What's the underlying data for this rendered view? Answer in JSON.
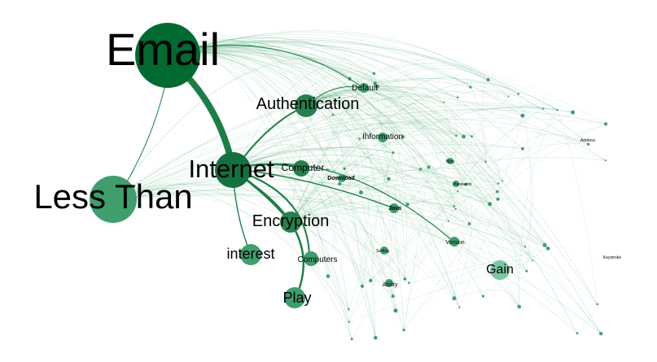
{
  "graph": {
    "nodes": [
      {
        "id": "email",
        "label": "Email"
      },
      {
        "id": "less_than",
        "label": "Less Than"
      },
      {
        "id": "internet",
        "label": "Internet"
      },
      {
        "id": "authentication",
        "label": "Authentication"
      },
      {
        "id": "encryption",
        "label": "Encryption"
      },
      {
        "id": "interest",
        "label": "interest"
      },
      {
        "id": "play",
        "label": "Play"
      },
      {
        "id": "gain",
        "label": "Gain"
      },
      {
        "id": "computer",
        "label": "Computer"
      },
      {
        "id": "computers",
        "label": "Computers"
      },
      {
        "id": "default",
        "label": "Default"
      },
      {
        "id": "information",
        "label": "Information"
      },
      {
        "id": "download",
        "label": "Download"
      },
      {
        "id": "java",
        "label": "Java"
      },
      {
        "id": "version",
        "label": "Version"
      },
      {
        "id": "ability",
        "label": "Ability"
      },
      {
        "id": "blog",
        "label": "Blog"
      },
      {
        "id": "password",
        "label": "Password"
      },
      {
        "id": "sorting",
        "label": "Sorting"
      },
      {
        "id": "address",
        "label": "Address"
      },
      {
        "id": "keystroke",
        "label": "Keystroke"
      }
    ],
    "colors": {
      "node_dark": "#006a30",
      "node_mid": "#1a7f45",
      "node_light": "#3e9f6d",
      "node_pale": "#7cc6a2",
      "edge": "#2e9a5f"
    }
  }
}
